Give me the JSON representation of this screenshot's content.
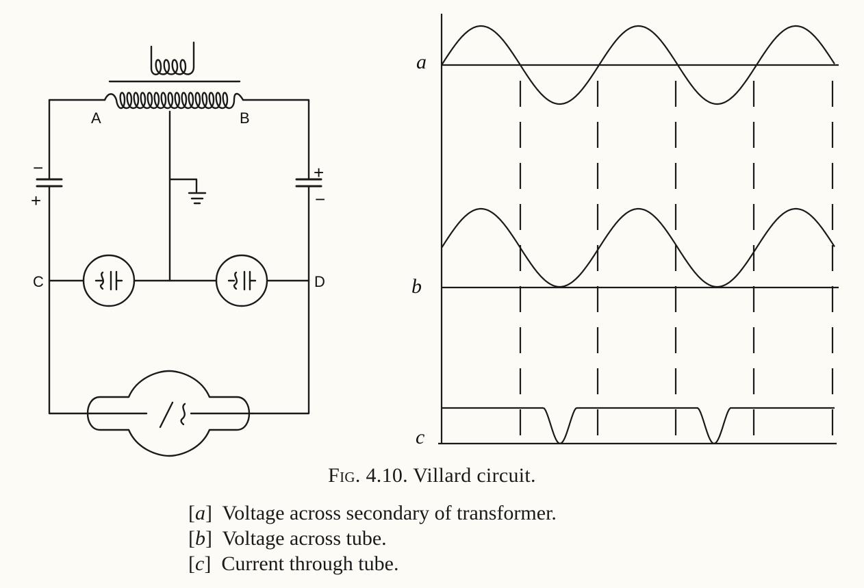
{
  "circuit": {
    "node_labels": {
      "A": "A",
      "B": "B",
      "C": "C",
      "D": "D"
    },
    "capacitor_left": {
      "top_sign": "−",
      "bottom_sign": "+"
    },
    "capacitor_right": {
      "top_sign": "+",
      "bottom_sign": "−"
    }
  },
  "waveforms": {
    "labels": {
      "a": "a",
      "b": "b",
      "c": "c"
    }
  },
  "caption": {
    "fig_word": "Fig.",
    "fig_rest": " 4.10. Villard circuit.",
    "items": [
      {
        "key": "a",
        "text": "Voltage across secondary of transformer."
      },
      {
        "key": "b",
        "text": "Voltage across tube."
      },
      {
        "key": "c",
        "text": "Current through tube."
      }
    ]
  },
  "colors": {
    "ink": "#1a1a1a",
    "paper": "#fcfbf6"
  }
}
